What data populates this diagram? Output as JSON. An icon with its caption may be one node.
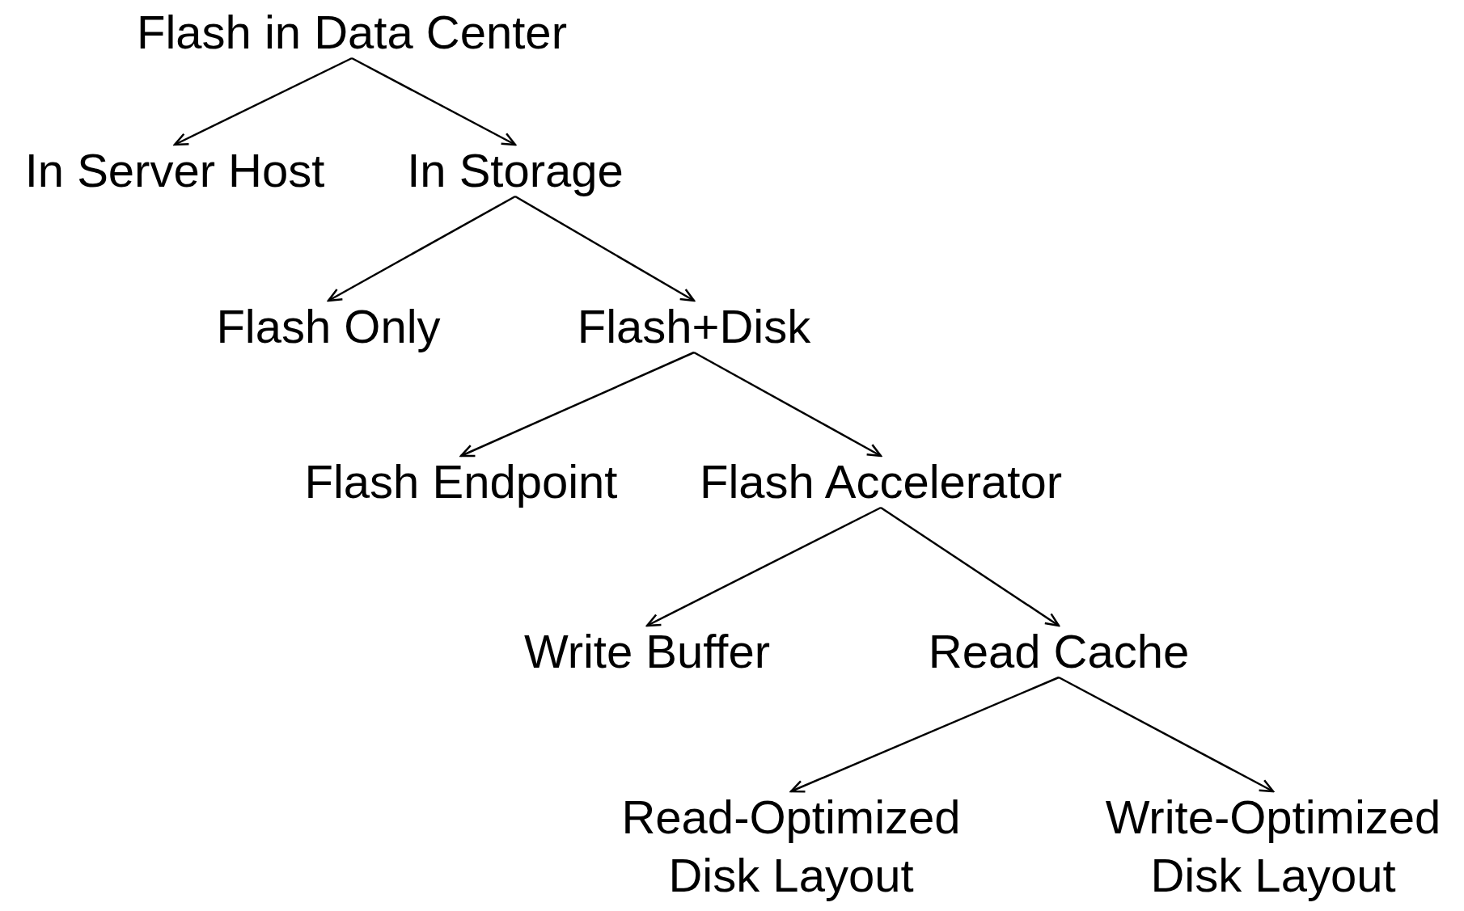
{
  "diagram": {
    "nodes": [
      {
        "text": [
          "Flash in Data Center"
        ]
      },
      {
        "text": [
          "In Server Host"
        ]
      },
      {
        "text": [
          "In Storage"
        ]
      },
      {
        "text": [
          "Flash Only"
        ]
      },
      {
        "text": [
          "Flash+Disk"
        ]
      },
      {
        "text": [
          "Flash Endpoint"
        ]
      },
      {
        "text": [
          "Flash Accelerator"
        ]
      },
      {
        "text": [
          "Write Buffer"
        ]
      },
      {
        "text": [
          "Read Cache"
        ]
      },
      {
        "text": [
          "Read-Optimized Disk Layout"
        ]
      },
      {
        "text": [
          "Write-Optimized Disk Layout"
        ]
      }
    ],
    "edges": [
      {
        "from": 0,
        "to": 1,
        "arrow": "to"
      },
      {
        "from": 0,
        "to": 2,
        "arrow": "to"
      },
      {
        "from": 2,
        "to": 3,
        "arrow": "to"
      },
      {
        "from": 2,
        "to": 4,
        "arrow": "to"
      },
      {
        "from": 4,
        "to": 5,
        "arrow": "to"
      },
      {
        "from": 4,
        "to": 6,
        "arrow": "to"
      },
      {
        "from": 6,
        "to": 7,
        "arrow": "to"
      },
      {
        "from": 6,
        "to": 8,
        "arrow": "to"
      },
      {
        "from": 8,
        "to": 9,
        "arrow": "to"
      },
      {
        "from": 8,
        "to": 10,
        "arrow": "to"
      }
    ]
  }
}
